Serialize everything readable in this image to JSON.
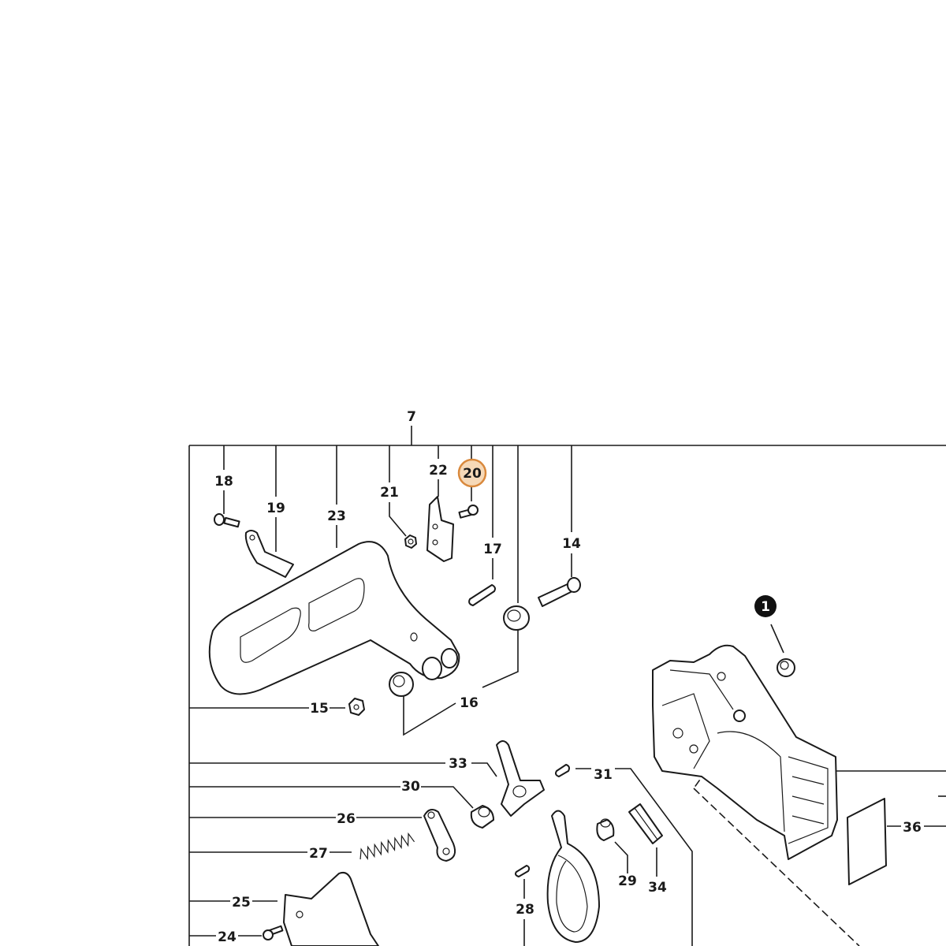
{
  "highlight_color": "#e8a05a",
  "callouts": {
    "c7": "7",
    "c18": "18",
    "c19": "19",
    "c23": "23",
    "c21": "21",
    "c22": "22",
    "c20": "20",
    "c17": "17",
    "c14": "14",
    "c15": "15",
    "c16": "16",
    "c33": "33",
    "c31": "31",
    "c30": "30",
    "c26": "26",
    "c27": "27",
    "c25": "25",
    "c24": "24",
    "c28": "28",
    "c29": "29",
    "c34": "34",
    "c36": "36"
  },
  "note_marker": "1"
}
